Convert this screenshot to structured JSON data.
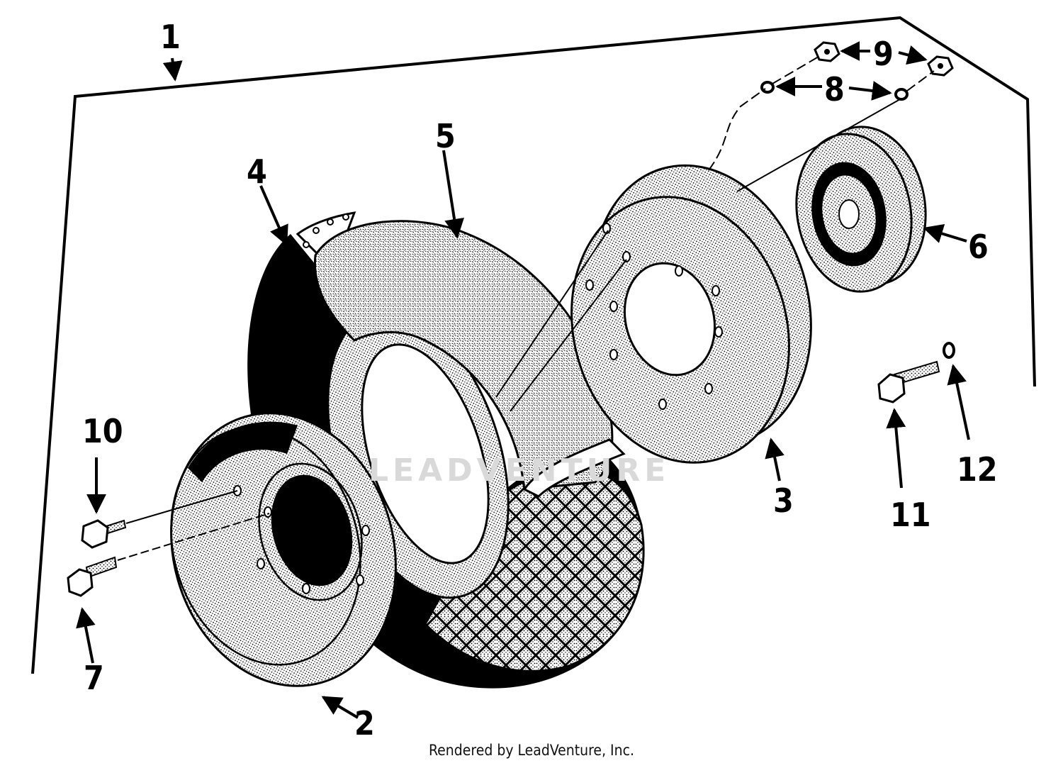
{
  "callouts": {
    "c1": "1",
    "c2": "2",
    "c3": "3",
    "c4": "4",
    "c5": "5",
    "c6": "6",
    "c7": "7",
    "c8": "8",
    "c9": "9",
    "c10": "10",
    "c11": "11",
    "c12": "12"
  },
  "watermark": "LEADVENTURE",
  "footer": "Rendered by LeadVenture, Inc."
}
